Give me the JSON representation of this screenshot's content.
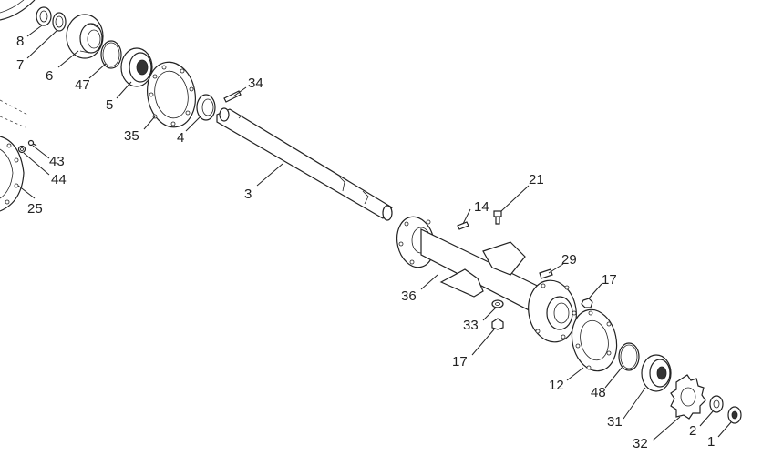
{
  "part_labels": {
    "p1": "1",
    "p2": "2",
    "p3": "3",
    "p4": "4",
    "p5": "5",
    "p6": "6",
    "p7": "7",
    "p8": "8",
    "p12": "12",
    "p14": "14",
    "p17a": "17",
    "p17b": "17",
    "p21": "21",
    "p25": "25",
    "p29": "29",
    "p31": "31",
    "p32": "32",
    "p33": "33",
    "p34": "34",
    "p35": "35",
    "p36": "36",
    "p43": "43",
    "p44": "44",
    "p47": "47",
    "p48": "48"
  }
}
